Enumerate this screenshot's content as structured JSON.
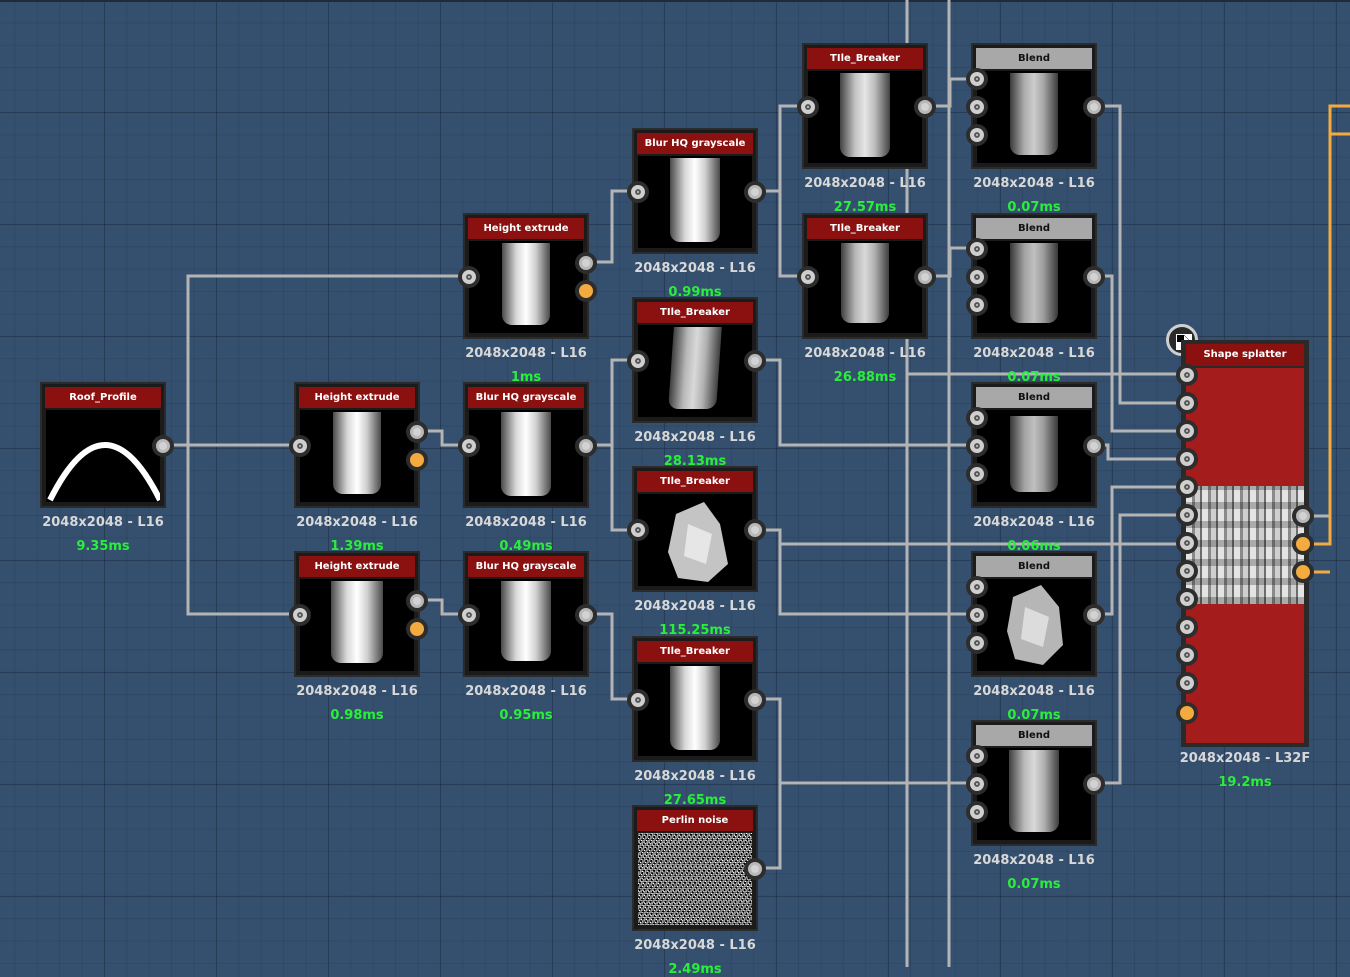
{
  "nodes": [
    {
      "id": "roof",
      "title": "Roof_Profile",
      "caption": "2048x2048 - L16",
      "time": "9.35ms",
      "header": "red"
    },
    {
      "id": "he1",
      "title": "Height extrude",
      "caption": "2048x2048 - L16",
      "time": "1ms",
      "header": "red"
    },
    {
      "id": "he2",
      "title": "Height extrude",
      "caption": "2048x2048 - L16",
      "time": "1.39ms",
      "header": "red"
    },
    {
      "id": "he3",
      "title": "Height extrude",
      "caption": "2048x2048 - L16",
      "time": "0.98ms",
      "header": "red"
    },
    {
      "id": "blur1",
      "title": "Blur HQ grayscale",
      "caption": "2048x2048 - L16",
      "time": "0.99ms",
      "header": "red"
    },
    {
      "id": "blur2",
      "title": "Blur HQ grayscale",
      "caption": "2048x2048 - L16",
      "time": "0.49ms",
      "header": "red"
    },
    {
      "id": "blur3",
      "title": "Blur HQ grayscale",
      "caption": "2048x2048 - L16",
      "time": "0.95ms",
      "header": "red"
    },
    {
      "id": "tb1",
      "title": "TIle_Breaker",
      "caption": "2048x2048 - L16",
      "time": "28.13ms",
      "header": "red"
    },
    {
      "id": "tb2",
      "title": "TIle_Breaker",
      "caption": "2048x2048 - L16",
      "time": "115.25ms",
      "header": "red"
    },
    {
      "id": "tb3",
      "title": "TIle_Breaker",
      "caption": "2048x2048 - L16",
      "time": "27.65ms",
      "header": "red"
    },
    {
      "id": "perlin",
      "title": "Perlin noise",
      "caption": "2048x2048 - L16",
      "time": "2.49ms",
      "header": "red"
    },
    {
      "id": "tb4",
      "title": "TIle_Breaker",
      "caption": "2048x2048 - L16",
      "time": "27.57ms",
      "header": "red"
    },
    {
      "id": "tb5",
      "title": "TIle_Breaker",
      "caption": "2048x2048 - L16",
      "time": "26.88ms",
      "header": "red"
    },
    {
      "id": "bl1",
      "title": "Blend",
      "caption": "2048x2048 - L16",
      "time": "0.07ms",
      "header": "gray"
    },
    {
      "id": "bl2",
      "title": "Blend",
      "caption": "2048x2048 - L16",
      "time": "0.07ms",
      "header": "gray"
    },
    {
      "id": "bl3",
      "title": "Blend",
      "caption": "2048x2048 - L16",
      "time": "0.06ms",
      "header": "gray"
    },
    {
      "id": "bl4",
      "title": "Blend",
      "caption": "2048x2048 - L16",
      "time": "0.07ms",
      "header": "gray"
    },
    {
      "id": "bl5",
      "title": "Blend",
      "caption": "2048x2048 - L16",
      "time": "0.07ms",
      "header": "gray"
    }
  ],
  "splatter": {
    "title": "Shape splatter",
    "caption": "2048x2048 - L32F",
    "time": "19.2ms"
  },
  "colors": {
    "wire": "#b4b4b4",
    "orange_wire": "#f3ab3f",
    "time": "#29ef3a",
    "header_red": "#8b1010"
  }
}
